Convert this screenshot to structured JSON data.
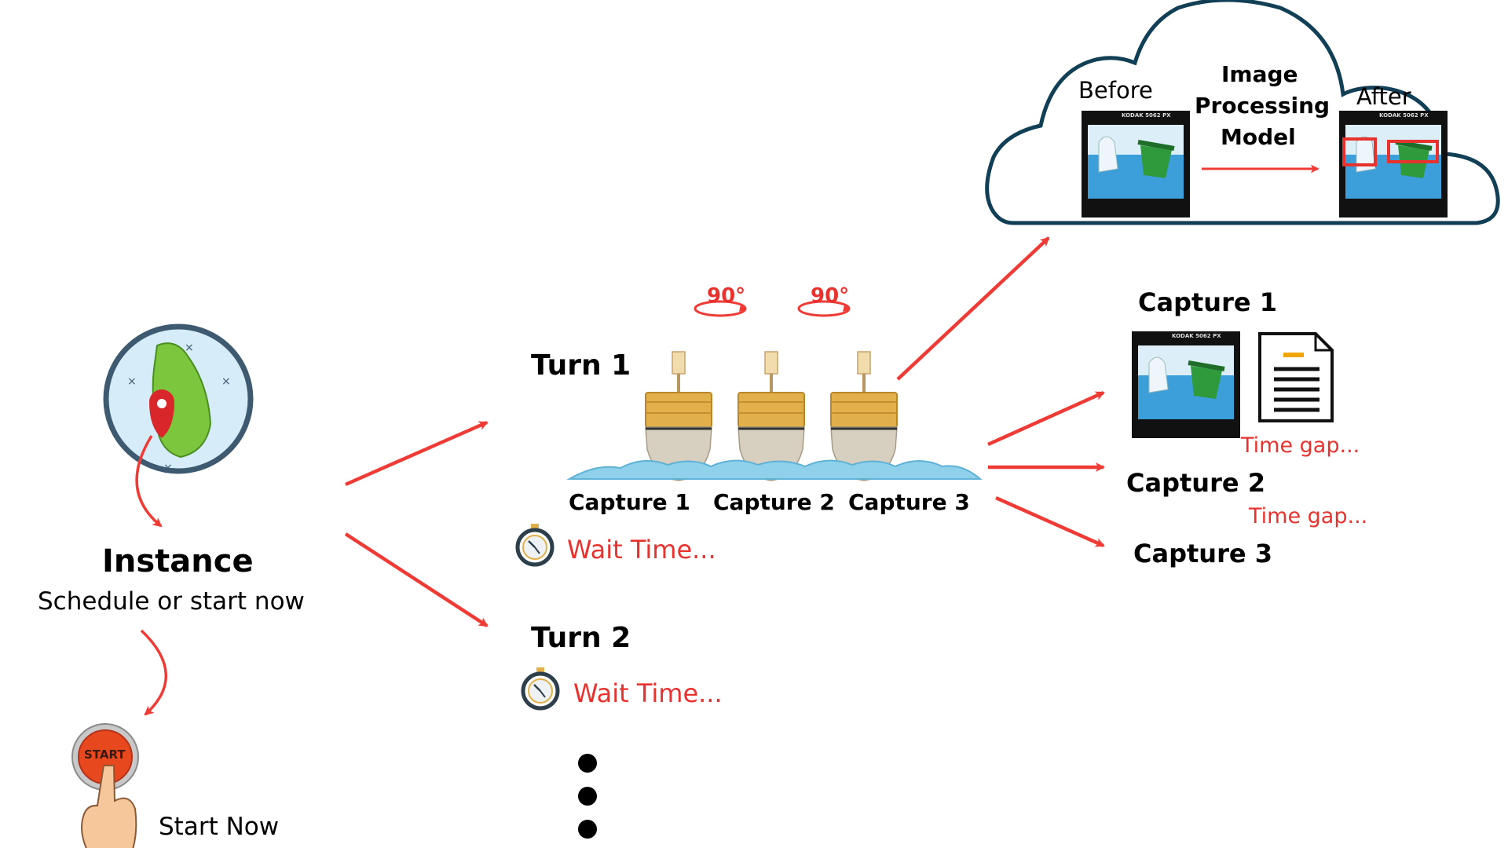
{
  "colors": {
    "arrow": "#ef3b36",
    "cloud_stroke": "#113f55",
    "red_text": "#e8322d",
    "buoy_gold": "#e2b04a",
    "buoy_hull": "#d7cfc0",
    "water": "#8fd0ea",
    "map_bg": "#d6ecf8",
    "map_land": "#7cc63e"
  },
  "instance": {
    "title": "Instance",
    "subtitle": "Schedule or start now"
  },
  "start": {
    "button_text": "START",
    "label": "Start Now"
  },
  "turn1": {
    "title": "Turn 1",
    "rotation_1": "90°",
    "rotation_2": "90°",
    "capture_labels": [
      "Capture 1",
      "Capture 2",
      "Capture 3"
    ],
    "wait": "Wait Time..."
  },
  "turn2": {
    "title": "Turn 2",
    "wait": "Wait Time..."
  },
  "cloud": {
    "before": "Before",
    "after": "After",
    "model_line1": "Image",
    "model_line2": "Processing",
    "model_line3": "Model",
    "photo_brand": "KODAK 5062 PX"
  },
  "captures": {
    "capture1": "Capture 1",
    "gap1": "Time gap...",
    "capture2": "Capture 2",
    "gap2": "Time gap...",
    "capture3": "Capture 3",
    "photo_brand": "KODAK 5062 PX"
  },
  "icons": {
    "map": "sri-lanka-map-icon",
    "pin": "location-pin-icon",
    "hand": "pointing-hand-icon",
    "stopwatch": "stopwatch-icon",
    "document": "document-icon",
    "rotate": "rotate-arrow-icon",
    "buoy": "buoy-icon",
    "cloud": "cloud-icon",
    "more": "ellipsis-vertical-icon"
  }
}
